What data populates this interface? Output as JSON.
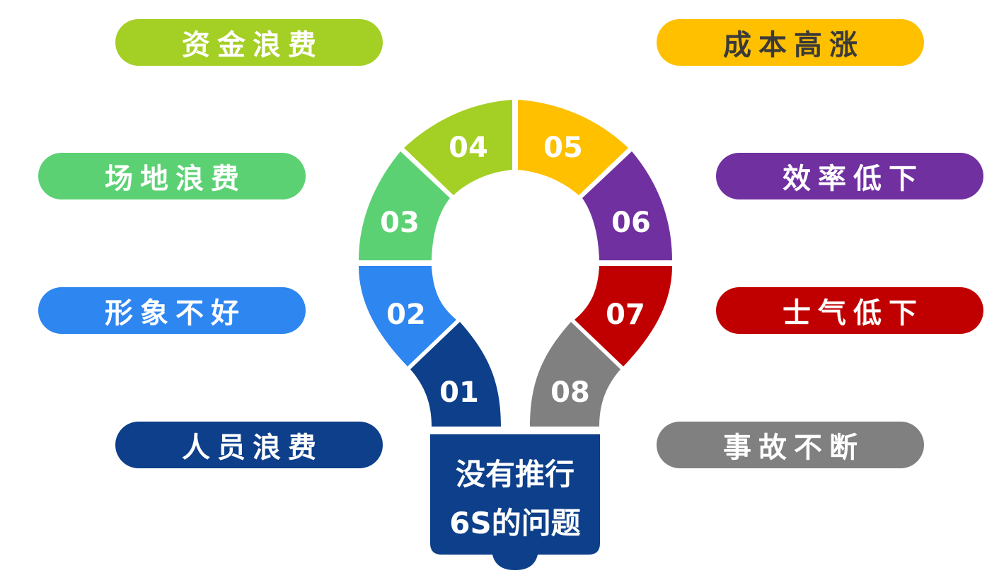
{
  "left_labels": [
    {
      "text": "资金浪费",
      "color": "#a4cf24"
    },
    {
      "text": "场地浪费",
      "color": "#5cd174"
    },
    {
      "text": "形象不好",
      "color": "#2e86f0"
    },
    {
      "text": "人员浪费",
      "color": "#0d3f8a"
    }
  ],
  "right_labels": [
    {
      "text": "成本高涨",
      "color": "#ffc000"
    },
    {
      "text": "效率低下",
      "color": "#7030a0"
    },
    {
      "text": "士气低下",
      "color": "#c00000"
    },
    {
      "text": "事故不断",
      "color": "#808080"
    }
  ],
  "segments": [
    {
      "num": "01",
      "color": "#0d3f8a"
    },
    {
      "num": "02",
      "color": "#2e86f0"
    },
    {
      "num": "03",
      "color": "#5cd174"
    },
    {
      "num": "04",
      "color": "#a4cf24"
    },
    {
      "num": "05",
      "color": "#ffc000"
    },
    {
      "num": "06",
      "color": "#7030a0"
    },
    {
      "num": "07",
      "color": "#c00000"
    },
    {
      "num": "08",
      "color": "#808080"
    }
  ],
  "center": {
    "line1": "没有推行",
    "line2": "6S的问题",
    "color": "#0d3f8a"
  }
}
